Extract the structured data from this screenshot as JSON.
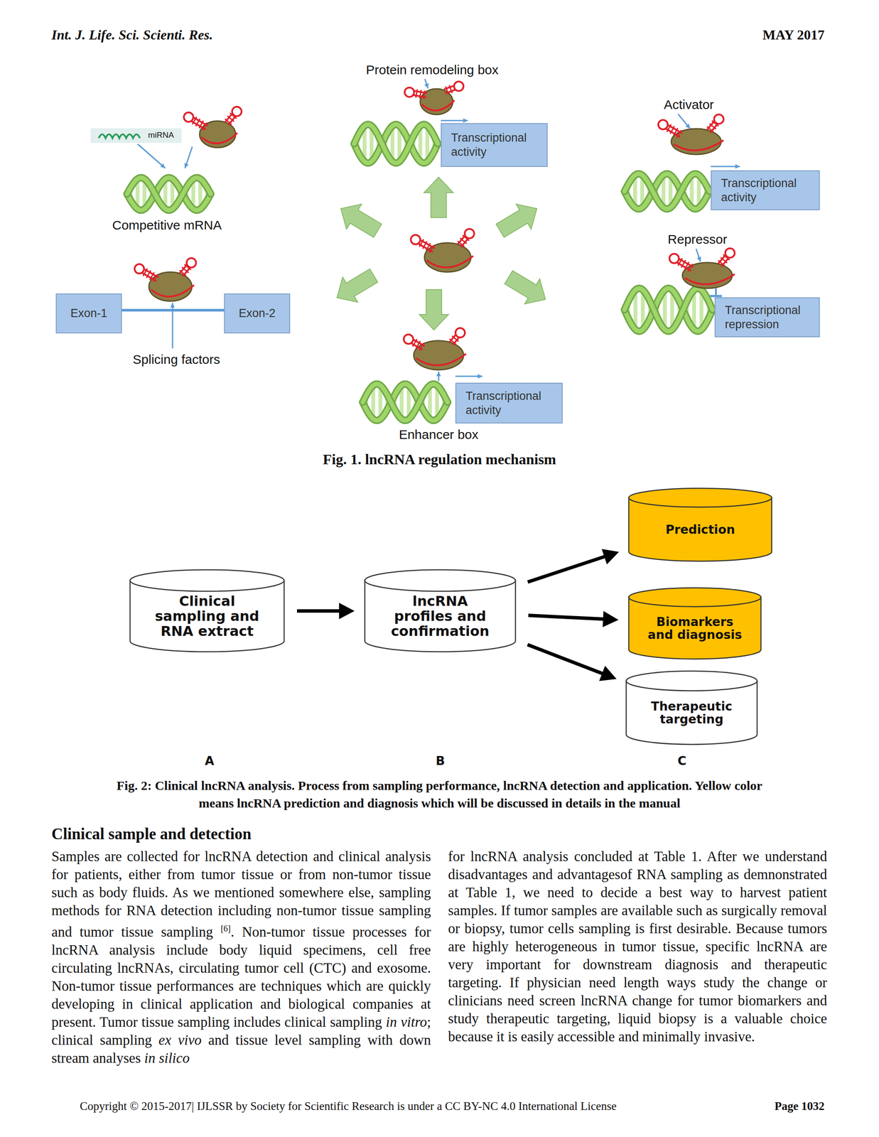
{
  "diagram": {
    "caption": "Fig. 1. lncRNA regulation mechanism",
    "nodes": [
      {
        "text": [
          "Transcriptional activity"
        ]
      },
      {
        "text": [
          "Transcriptional activity"
        ]
      },
      {
        "text": [
          "Transcriptional repression"
        ]
      },
      {
        "text": [
          "Exon-1"
        ]
      },
      {
        "text": [
          "Exon-2"
        ]
      },
      {
        "text": [
          "Transcriptional activity"
        ]
      },
      {
        "text": [
          "Clinical sampling and RNA extract"
        ]
      },
      {
        "text": [
          "lncRNA profiles and confirmation"
        ]
      },
      {
        "text": [
          "Prediction"
        ]
      },
      {
        "text": [
          "Biomarkers and diagnosis"
        ]
      },
      {
        "text": [
          "Therapeutic targeting"
        ]
      }
    ],
    "edges": [
      {
        "from": 6,
        "to": 7,
        "arrow": "to"
      },
      {
        "from": 7,
        "to": 8,
        "arrow": "to"
      },
      {
        "from": 7,
        "to": 9,
        "arrow": "to"
      },
      {
        "from": 7,
        "to": 10,
        "arrow": "to"
      }
    ],
    "labels": [
      "Int. J. Life. Sci. Scienti. Res.",
      "MAY 2017",
      "Protein remodeling box",
      "Activator",
      "miRNA",
      "Competitive mRNA",
      "Repressor",
      "Splicing factors",
      "Enhancer box",
      "Fig. 2: Clinical lncRNA analysis. Process from sampling performance, lncRNA detection and application. Yellow color means lncRNA prediction and diagnosis which will be discussed in details in the manual",
      "A",
      "B",
      "C",
      "Clinical sample and detection",
      "Samples are collected for lncRNA detection and clinical analysis for patients, either from tumor tissue or from non-tumor tissue such as body fluids. As we mentioned somewhere else, sampling methods for RNA detection including non-tumor tissue sampling and tumor tissue sampling",
      "[6]",
      ". Non-tumor tissue processes for lncRNA analysis include body liquid specimens, cell free circulating lncRNAs, circulating tumor cell (CTC) and exosome. Non-tumor tissue performances are techniques which are quickly developing in clinical application and biological companies at present. Tumor tissue sampling includes clinical sampling",
      "in vitro",
      "; clinical sampling",
      "ex vivo",
      "and tissue level sampling with down stream analyses",
      "in silico",
      "for lncRNA analysis concluded at Table 1. After we understand disadvantages and advantagesof RNA sampling as demnonstrated at Table 1, we need to decide a best way to harvest patient samples. If tumor samples are available such as surgically removal or biopsy, tumor cells sampling is first desirable. Because tumors are highly heterogeneous in tumor tissue, specific lncRNA are very important for downstream diagnosis and therapeutic targeting. If physician need length ways study the change or clinicians need screen lncRNA change for tumor biomarkers and study therapeutic targeting, liquid biopsy is a valuable choice because it is easily accessible and minimally invasive.",
      "Copyright © 2015-2017| IJLSSR by Society for Scientific Research is under a CC BY-NC 4.0 International License",
      "Page 1032"
    ]
  }
}
